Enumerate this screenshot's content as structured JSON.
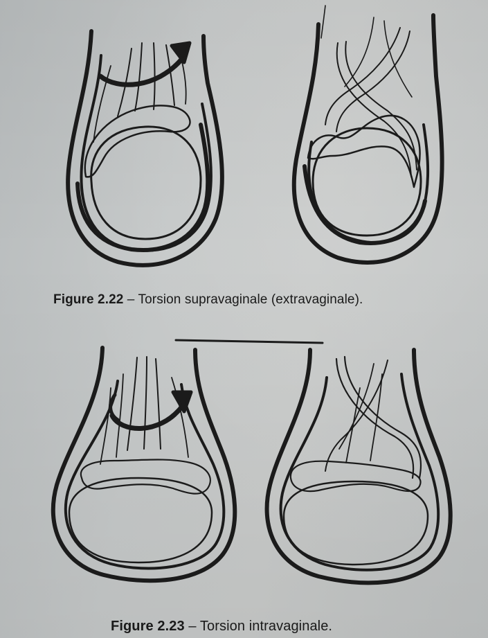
{
  "figures": [
    {
      "number": "Figure 2.22",
      "separator": " – ",
      "title": "Torsion supravaginale (extravaginale)."
    },
    {
      "number": "Figure 2.23",
      "separator": " – ",
      "title": "Torsion intravaginale."
    }
  ],
  "colors": {
    "ink": "#1b1b1b",
    "paper": "#c6c9c9"
  }
}
